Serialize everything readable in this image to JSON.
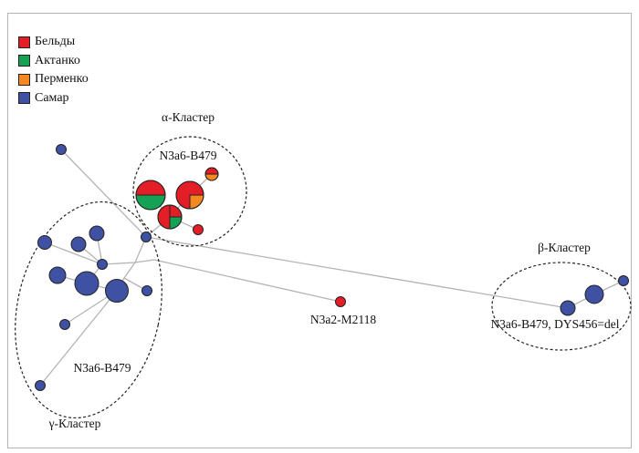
{
  "legend": [
    {
      "label": "Бельды",
      "color": "#e31e26"
    },
    {
      "label": "Актанко",
      "color": "#16a255"
    },
    {
      "label": "Перменко",
      "color": "#f5881f"
    },
    {
      "label": "Самар",
      "color": "#3f51a3"
    }
  ],
  "clusters": {
    "alpha": {
      "title": "α-Кластер",
      "haplogroup": "N3a6-B479"
    },
    "beta": {
      "title": "β-Кластер",
      "haplogroup": "N3a6-B479, DYS456=del"
    },
    "gamma": {
      "title": "γ-Кластер",
      "haplogroup": "N3a6-B479"
    }
  },
  "outlier_label": "N3a2-M2118",
  "colors": {
    "blue": "#3f51a3",
    "red": "#e31e26",
    "green": "#16a255",
    "orange": "#f5881f",
    "edge": "#b4b4b4"
  }
}
